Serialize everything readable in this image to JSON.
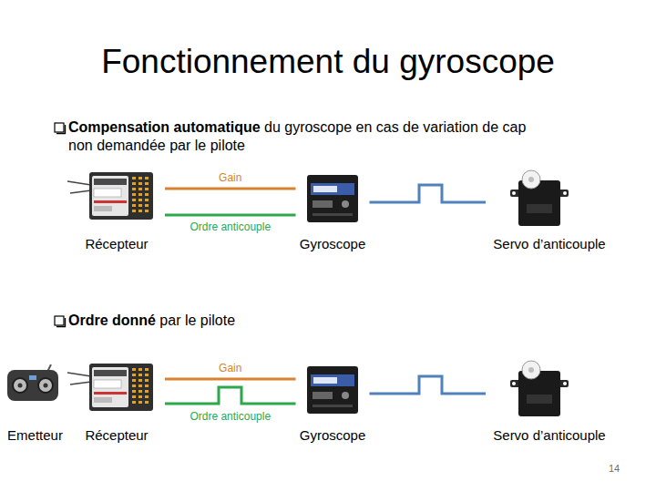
{
  "diagram": {
    "title": "Fonctionnement du gyroscope",
    "nodes": [
      {
        "text": [
          "Récepteur"
        ]
      },
      {
        "text": [
          "Gyroscope"
        ]
      },
      {
        "text": [
          "Servo d’anticouple"
        ]
      },
      {
        "text": [
          "Emetteur"
        ]
      },
      {
        "text": [
          "Récepteur"
        ]
      },
      {
        "text": [
          "Gyroscope"
        ]
      },
      {
        "text": [
          "Servo d’anticouple"
        ]
      }
    ],
    "edges": [
      {
        "from": 0,
        "to": 1,
        "label": "Gain",
        "arrow": "none"
      },
      {
        "from": 0,
        "to": 1,
        "label": "Ordre anticouple",
        "arrow": "none"
      },
      {
        "from": 1,
        "to": 2,
        "arrow": "none"
      },
      {
        "from": 4,
        "to": 5,
        "label": "Gain",
        "arrow": "none"
      },
      {
        "from": 4,
        "to": 5,
        "label": "Ordre anticouple",
        "arrow": "none"
      },
      {
        "from": 5,
        "to": 6,
        "arrow": "none"
      }
    ],
    "labels": [
      "Compensation automatique",
      "du gyroscope en cas de variation de cap non demandée par le pilote",
      "Ordre donné",
      "par le pilote",
      "14"
    ]
  }
}
